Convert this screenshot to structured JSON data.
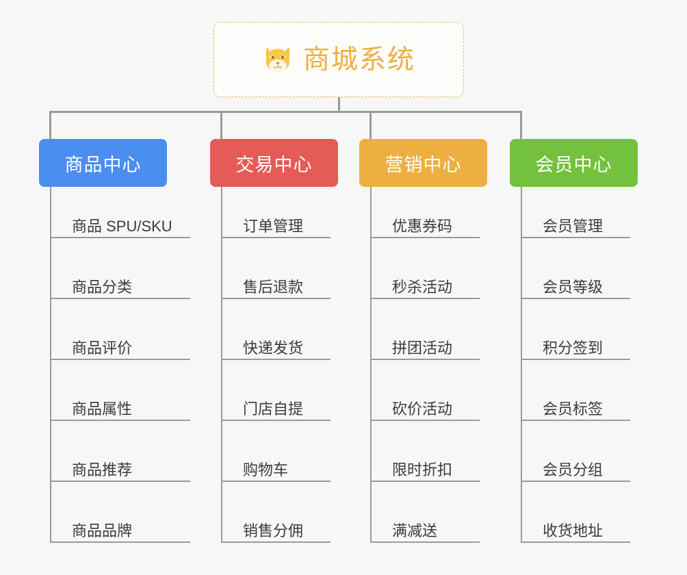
{
  "page": {
    "background_color": "#f7f7f7",
    "line_color": "#9a9a9a",
    "text_color": "#3b3b3b"
  },
  "root": {
    "title": "商城系统",
    "icon": "shiba-dog-icon",
    "border_color": "#f0b860",
    "text_color": "#eeb040",
    "background_color": "#fdfdfc"
  },
  "branches": [
    {
      "label": "商品中心",
      "color": "#4a8ef0",
      "items": [
        "商品 SPU/SKU",
        "商品分类",
        "商品评价",
        "商品属性",
        "商品推荐",
        "商品品牌"
      ]
    },
    {
      "label": "交易中心",
      "color": "#e55b57",
      "items": [
        "订单管理",
        "售后退款",
        "快递发货",
        "门店自提",
        "购物车",
        "销售分佣"
      ]
    },
    {
      "label": "营销中心",
      "color": "#eeaf41",
      "items": [
        "优惠券码",
        "秒杀活动",
        "拼团活动",
        "砍价活动",
        "限时折扣",
        "满减送"
      ]
    },
    {
      "label": "会员中心",
      "color": "#74c13e",
      "items": [
        "会员管理",
        "会员等级",
        "积分签到",
        "会员标签",
        "会员分组",
        "收货地址"
      ]
    }
  ]
}
